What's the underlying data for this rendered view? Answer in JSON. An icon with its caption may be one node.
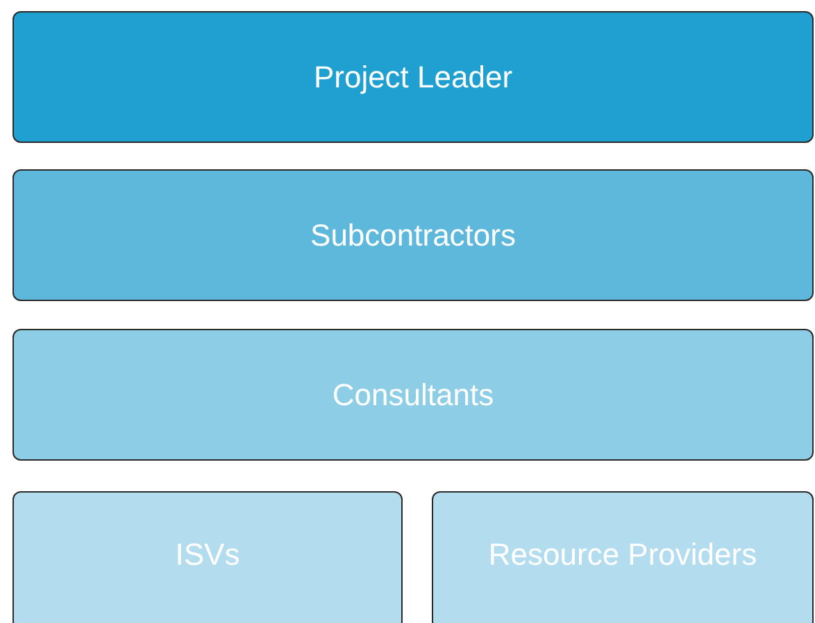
{
  "diagram": {
    "nodes": [
      {
        "text": [
          "Project Leader"
        ]
      },
      {
        "text": [
          "Subcontractors"
        ]
      },
      {
        "text": [
          "Consultants"
        ]
      },
      {
        "text": [
          "ISVs"
        ]
      },
      {
        "text": [
          "Resource Providers"
        ]
      }
    ]
  }
}
